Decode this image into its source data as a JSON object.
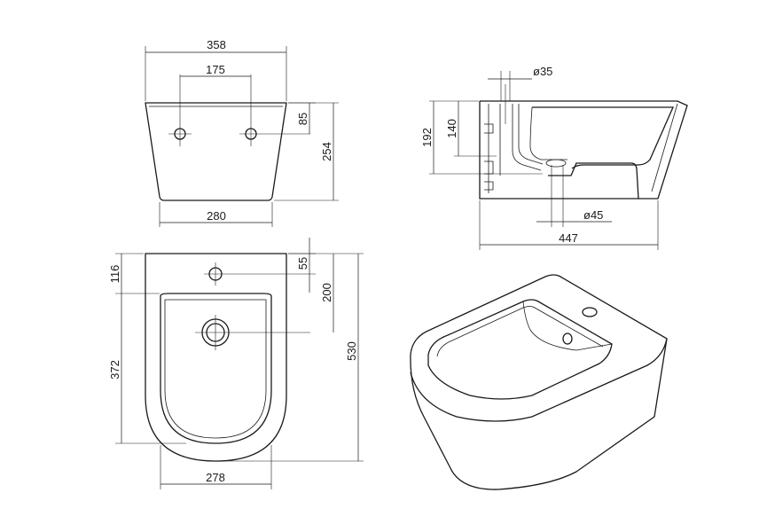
{
  "dimensions": {
    "front_top_width": "358",
    "front_hole_spacing": "175",
    "front_hole_height": "85",
    "front_height": "254",
    "front_bottom_width": "280",
    "side_pipe_diameter": "ø35",
    "side_height_192": "192",
    "side_height_140": "140",
    "side_outlet_diameter": "ø45",
    "side_depth": "447",
    "top_tap_offset": "116",
    "top_55": "55",
    "top_200": "200",
    "top_length": "530",
    "top_bowl_length": "372",
    "top_width": "278"
  }
}
